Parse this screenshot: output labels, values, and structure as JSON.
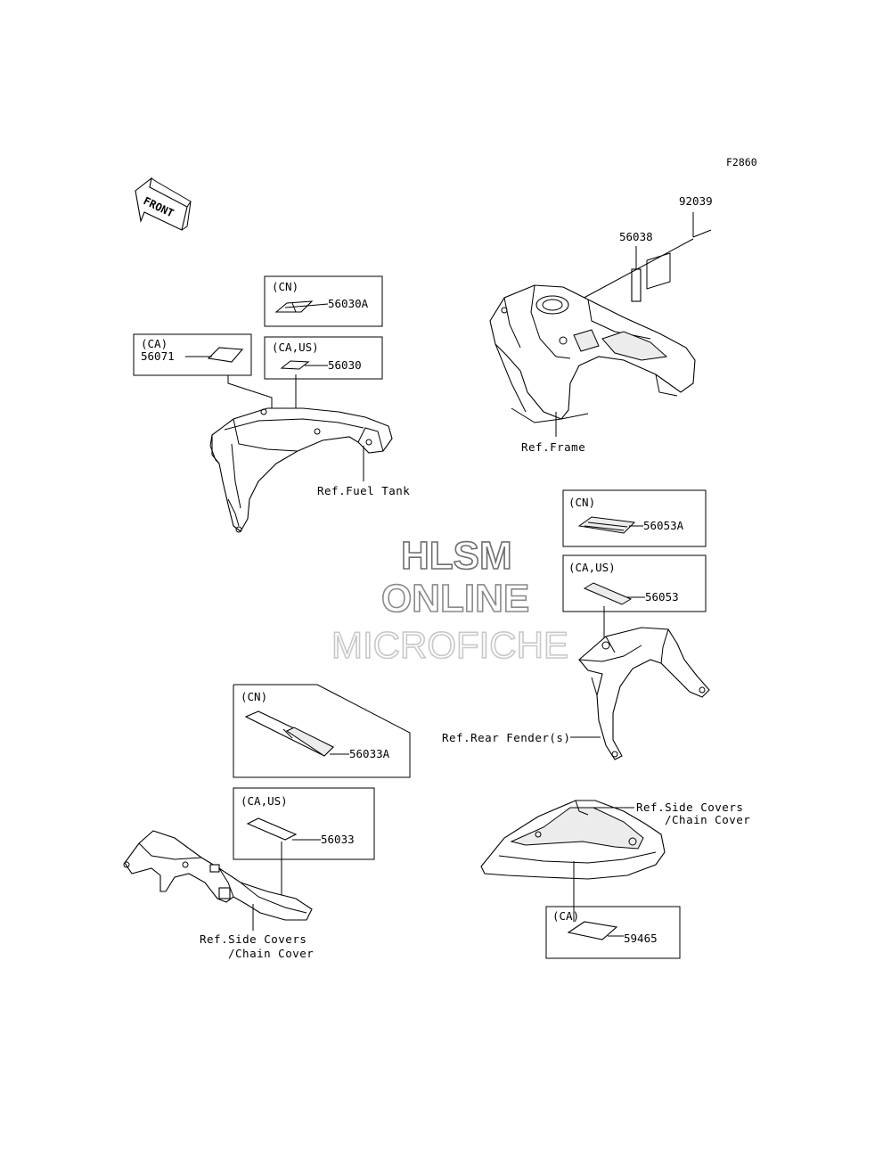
{
  "figure_code": "F2860",
  "front_arrow": {
    "label": "FRONT"
  },
  "watermark": {
    "line1": "HLSM",
    "line2": "ONLINE",
    "line3": "MICROFICHE"
  },
  "boxes": {
    "cn_56030A": {
      "region": "(CN)",
      "part": "56030A"
    },
    "ca_56071": {
      "region": "(CA)",
      "part": "56071"
    },
    "caus_56030": {
      "region": "(CA,US)",
      "part": "56030"
    },
    "cn_56053A": {
      "region": "(CN)",
      "part": "56053A"
    },
    "caus_56053": {
      "region": "(CA,US)",
      "part": "56053"
    },
    "cn_56033A": {
      "region": "(CN)",
      "part": "56033A"
    },
    "caus_56033": {
      "region": "(CA,US)",
      "part": "56033"
    },
    "ca_59465": {
      "region": "(CA)",
      "part": "59465"
    }
  },
  "parts": {
    "p92039": "92039",
    "p56038": "56038"
  },
  "refs": {
    "frame": "Ref.Frame",
    "fuel_tank": "Ref.Fuel Tank",
    "rear_fender": "Ref.Rear Fender(s)",
    "side_covers_right_1": "Ref.Side Covers",
    "side_covers_right_2": "/Chain Cover",
    "side_covers_left_1": "Ref.Side Covers",
    "side_covers_left_2": "/Chain Cover"
  }
}
